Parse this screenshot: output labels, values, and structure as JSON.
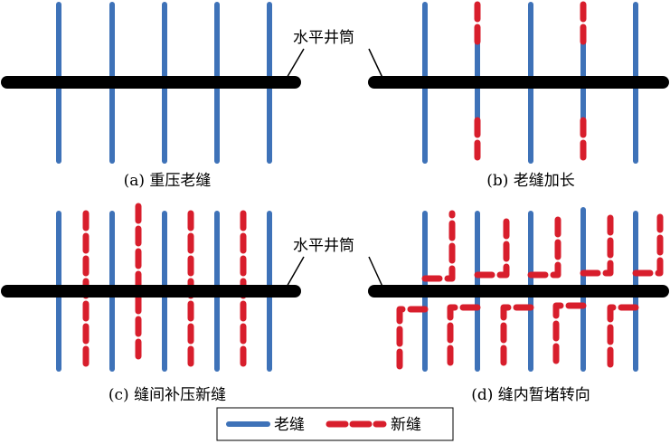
{
  "colors": {
    "wellbore": "#000000",
    "old_fracture": "#3e72b8",
    "new_fracture": "#d81e2c",
    "text": "#000000"
  },
  "wellbore_label": "水平井筒",
  "panels": [
    {
      "id": "a",
      "caption": "(a) 重压老缝"
    },
    {
      "id": "b",
      "caption": "(b) 老缝加长"
    },
    {
      "id": "c",
      "caption": "(c) 缝间补压新缝"
    },
    {
      "id": "d",
      "caption": "(d) 缝内暂堵转向"
    }
  ],
  "legend": {
    "old": "老缝",
    "new": "新缝"
  }
}
